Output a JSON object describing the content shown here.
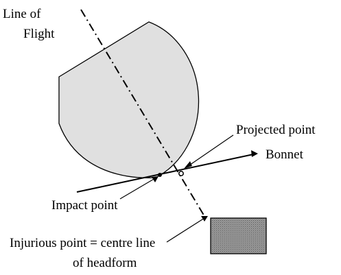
{
  "labels": {
    "line_of_flight_1": "Line of",
    "line_of_flight_2": "Flight",
    "projected_point": "Projected point",
    "bonnet": "Bonnet",
    "impact_point": "Impact point",
    "injurious_point_1": "Injurious point = centre line",
    "injurious_point_2": "of headform"
  },
  "colors": {
    "headform_fill": "#e0e0e0",
    "headform_stroke": "#000000",
    "marker_fill": "#8a8a8a",
    "marker_stroke": "#000000",
    "line": "#000000"
  }
}
